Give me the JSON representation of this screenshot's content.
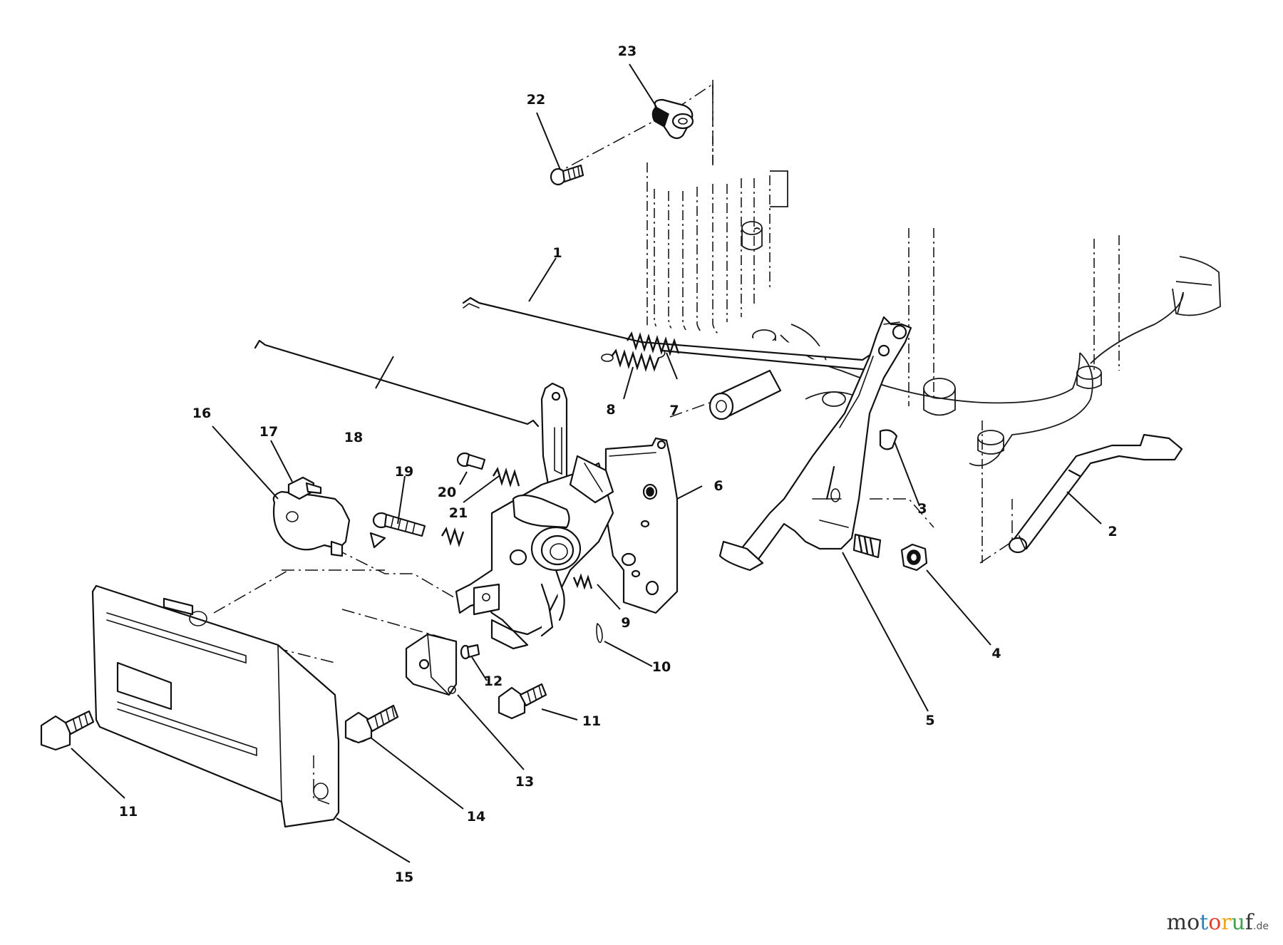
{
  "diagram": {
    "callouts": [
      {
        "id": "c1",
        "label": "1"
      },
      {
        "id": "c2",
        "label": "2"
      },
      {
        "id": "c3",
        "label": "3"
      },
      {
        "id": "c4",
        "label": "4"
      },
      {
        "id": "c5",
        "label": "5"
      },
      {
        "id": "c6",
        "label": "6"
      },
      {
        "id": "c7",
        "label": "7"
      },
      {
        "id": "c8",
        "label": "8"
      },
      {
        "id": "c9",
        "label": "9"
      },
      {
        "id": "c10",
        "label": "10"
      },
      {
        "id": "c11a",
        "label": "11"
      },
      {
        "id": "c11b",
        "label": "11"
      },
      {
        "id": "c12",
        "label": "12"
      },
      {
        "id": "c13",
        "label": "13"
      },
      {
        "id": "c14",
        "label": "14"
      },
      {
        "id": "c15",
        "label": "15"
      },
      {
        "id": "c16",
        "label": "16"
      },
      {
        "id": "c17",
        "label": "17"
      },
      {
        "id": "c18",
        "label": "18"
      },
      {
        "id": "c19",
        "label": "19"
      },
      {
        "id": "c20",
        "label": "20"
      },
      {
        "id": "c21",
        "label": "21"
      },
      {
        "id": "c22",
        "label": "22"
      },
      {
        "id": "c23",
        "label": "23"
      }
    ]
  },
  "watermark": {
    "text": "motoruf.de",
    "colors": [
      "#2d7fc1",
      "#e4402e",
      "#f2a31b",
      "#3ba34a"
    ]
  }
}
